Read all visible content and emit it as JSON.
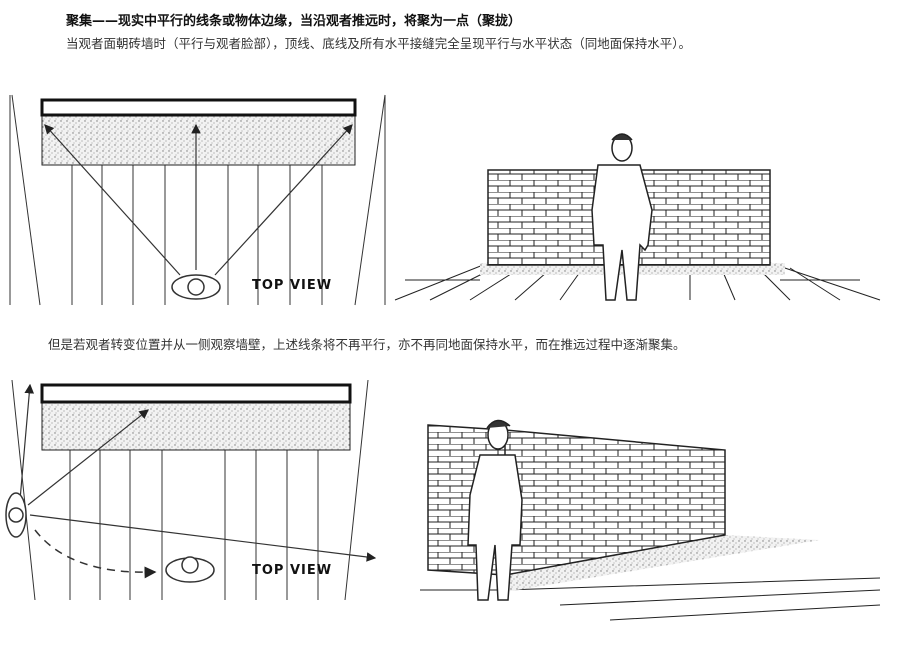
{
  "heading": "聚集——现实中平行的线条或物体边缘，当沿观者推远时，将聚为一点（聚拢）",
  "paragraph1": "当观者面朝砖墙时（平行与观者脸部），顶线、底线及所有水平接缝完全呈现平行与水平状态（同地面保持水平）。",
  "paragraph2": "但是若观者转变位置并从一侧观察墙壁，上述线条将不再平行，亦不再同地面保持水平，而在推远过程中逐渐聚集。",
  "figures": {
    "top_view_label_1": "TOP VIEW",
    "top_view_label_2": "TOP VIEW"
  }
}
